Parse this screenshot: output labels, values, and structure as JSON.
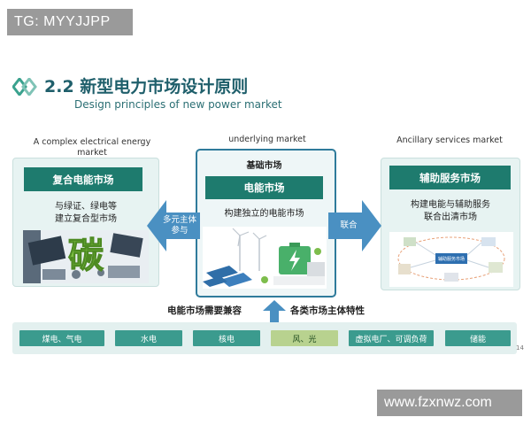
{
  "watermarks": {
    "top_left": "TG: MYYJJPP",
    "bottom_right": "www.fzxnwz.com"
  },
  "header": {
    "title": "2.2 新型电力市场设计原则",
    "subtitle": "Design principles of new power market",
    "logo_icon": "diamond-logo-icon"
  },
  "left_panel": {
    "caption": "A complex electrical energy market",
    "heading": "复合电能市场",
    "description": "与绿证、绿电等\n建立复合型市场",
    "image_text": "碳"
  },
  "middle_panel": {
    "caption": "underlying market",
    "top_label": "基础市场",
    "heading": "电能市场",
    "description": "构建独立的电能市场"
  },
  "right_panel": {
    "caption": "Ancillary services market",
    "heading": "辅助服务市场",
    "description": "构建电能与辅助服务\n联合出清市场",
    "diagram_center_label": "辅助服务市场"
  },
  "arrows": {
    "left_label": "多元主体\n参与",
    "right_label": "联合"
  },
  "bottom": {
    "left_label": "电能市场需要兼容",
    "right_label": "各类市场主体特性",
    "chips": [
      "煤电、气电",
      "水电",
      "核电",
      "风、光",
      "虚拟电厂、可调负荷",
      "储能"
    ]
  },
  "page_number": "14",
  "colors": {
    "teal_dark": "#1e7b6e",
    "chip_teal": "#3b9b8e",
    "chip_green": "#b8d28f",
    "arrow_blue": "#4a90c2",
    "panel_bg": "#e7f3f2"
  }
}
